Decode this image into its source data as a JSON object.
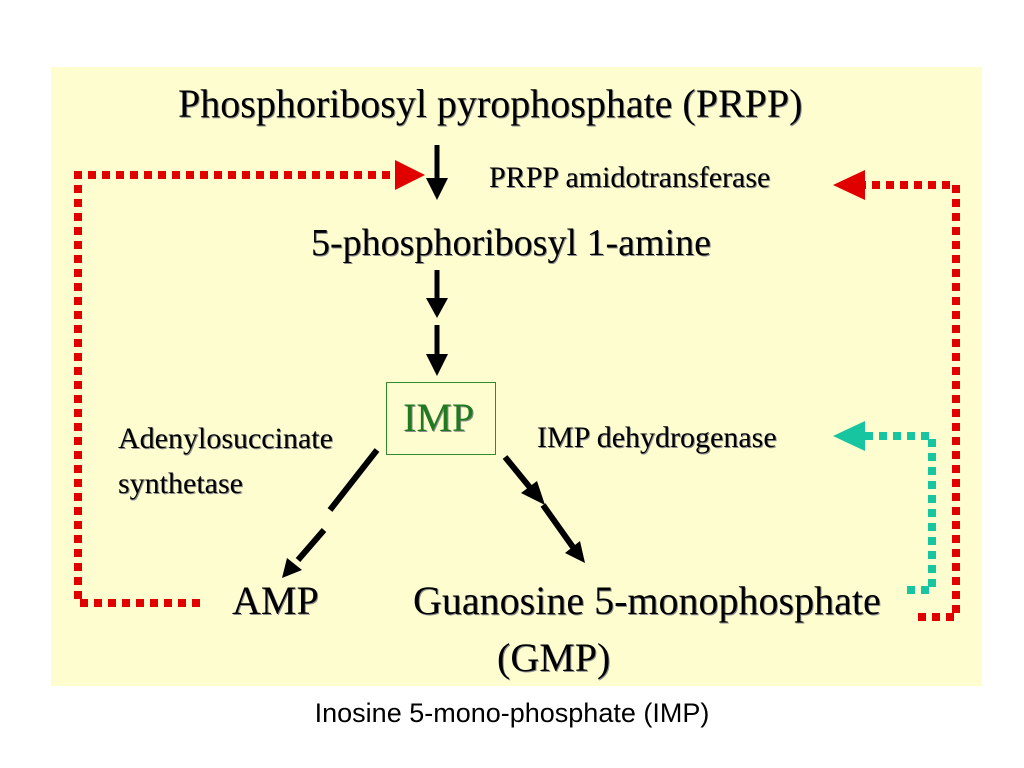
{
  "diagram": {
    "substrate_label": "Phosphoribosyl pyrophosphate (PRPP)",
    "enzyme_amidotransferase": "PRPP amidotransferase",
    "intermediate_label": "5-phosphoribosyl 1-amine",
    "imp_label": "IMP",
    "enzyme_adenylosuccinate_line1": "Adenylosuccinate",
    "enzyme_adenylosuccinate_line2": "synthetase",
    "enzyme_dehydrogenase": "IMP dehydrogenase",
    "product_amp": "AMP",
    "product_guanosine": "Guanosine 5-monophosphate",
    "product_gmp": "(GMP)",
    "colors": {
      "background": "#fefdd0",
      "feedback_red": "#e00000",
      "feedback_teal": "#17c6a0",
      "imp_box_border": "#2e8b2e",
      "arrow": "#000000"
    }
  },
  "caption": "Inosine 5-mono-phosphate (IMP)"
}
